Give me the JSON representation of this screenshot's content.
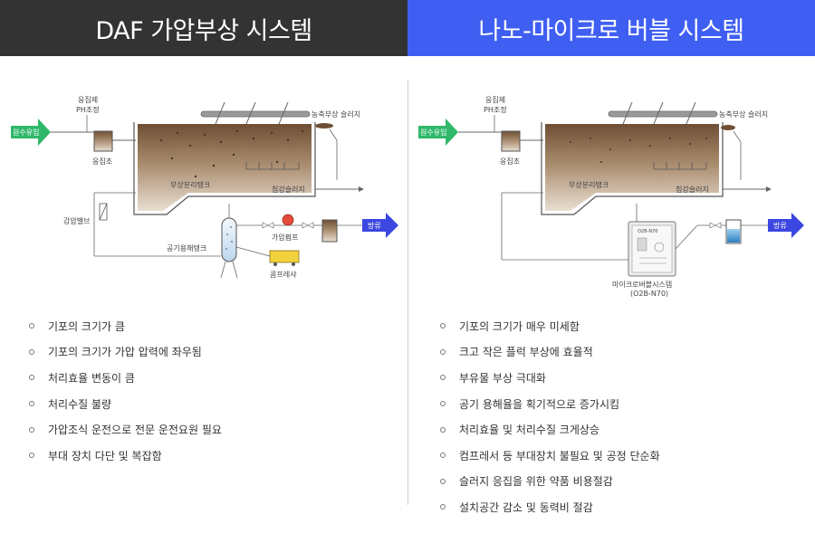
{
  "colors": {
    "left_header": "#333333",
    "right_header": "#3f5ff2",
    "arrow_green": "#2fb86a",
    "arrow_blue": "#3b47e0",
    "sludge_brown": "#7a5a3e"
  },
  "left": {
    "title": "DAF 가압부상 시스템",
    "diagram": {
      "inflow": "원수유입",
      "coagulant": "응집제",
      "ph": "PH조정",
      "coag_tank": "응집조",
      "float_sludge": "농축부상 슬러지",
      "flotation_tank": "부상분리탱크",
      "settled_sludge": "침강슬러지",
      "pressure_valve": "감압밸브",
      "pressure_pump": "가압펌프",
      "air_tank": "공기용해탱크",
      "compressor": "콤프레샤",
      "outflow": "방류"
    },
    "items": [
      "기포의 크기가 큼",
      "기포의 크기가 가압 압력에 좌우됨",
      "처리효율 변동이 큼",
      "처리수질 불량",
      "가압조식 운전으로 전문 운전요원 필요",
      "부대 장치 다단 및 복잡함"
    ]
  },
  "right": {
    "title": "나노-마이크로 버블 시스템",
    "diagram": {
      "inflow": "원수유입",
      "coagulant": "응집제",
      "ph": "PH조정",
      "coag_tank": "응집조",
      "float_sludge": "농축부상 슬러지",
      "flotation_tank": "부상분리탱크",
      "settled_sludge": "침강슬러지",
      "device_label": "O2B-N70",
      "bubble_system": "마이크로버블시스템",
      "bubble_model": "(O2B-N70)",
      "outflow": "방류"
    },
    "items": [
      "기포의 크기가 매우 미세함",
      "크고 작은 플럭 부상에 효율적",
      "부유물 부상 극대화",
      "공기 용해율을 획기적으로 증가시킴",
      "처리효율 및 처리수질 크게상승",
      "컴프레서 등 부대장치 불필요 및 공정 단순화",
      "슬러지 응집을 위한 약품 비용절감",
      "설치공간 감소 및 동력비 절감"
    ]
  }
}
